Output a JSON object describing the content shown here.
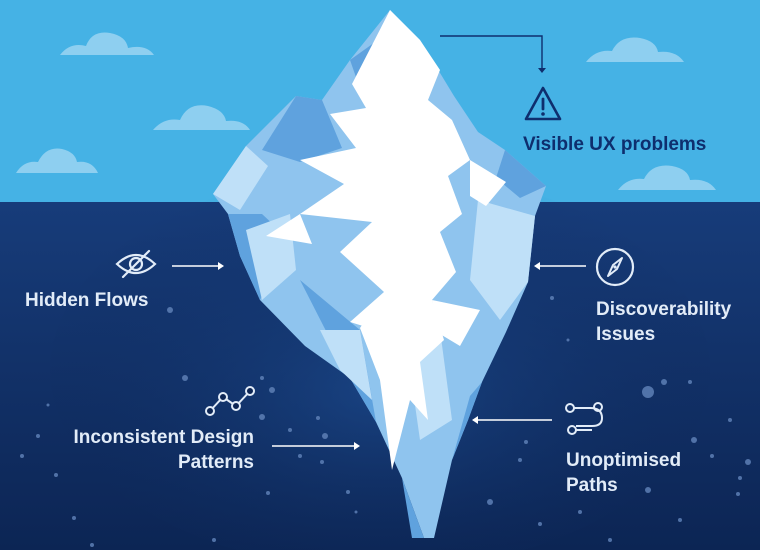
{
  "colors": {
    "sky": "#45B2E5",
    "ocean_top": "#173C7A",
    "ocean_deep": "#0C2554",
    "ice_light": "#BFE0F8",
    "ice_mid": "#8FC4EE",
    "ice_dark": "#5FA2DE",
    "ice_white": "#FFFFFF",
    "label_surface": "#0E2E6E",
    "label_underwater": "#E2ECF8"
  },
  "labels": {
    "visible": "Visible UX problems",
    "hidden_flows": "Hidden Flows",
    "discoverability": [
      "Discoverability",
      "Issues"
    ],
    "inconsistent": [
      "Inconsistent Design",
      "Patterns"
    ],
    "unoptimised": [
      "Unoptimised",
      "Paths"
    ]
  },
  "icons": {
    "visible": "warning-triangle-icon",
    "hidden_flows": "eye-slash-icon",
    "discoverability": "compass-icon",
    "inconsistent": "line-chart-icon",
    "unoptimised": "route-icon"
  }
}
